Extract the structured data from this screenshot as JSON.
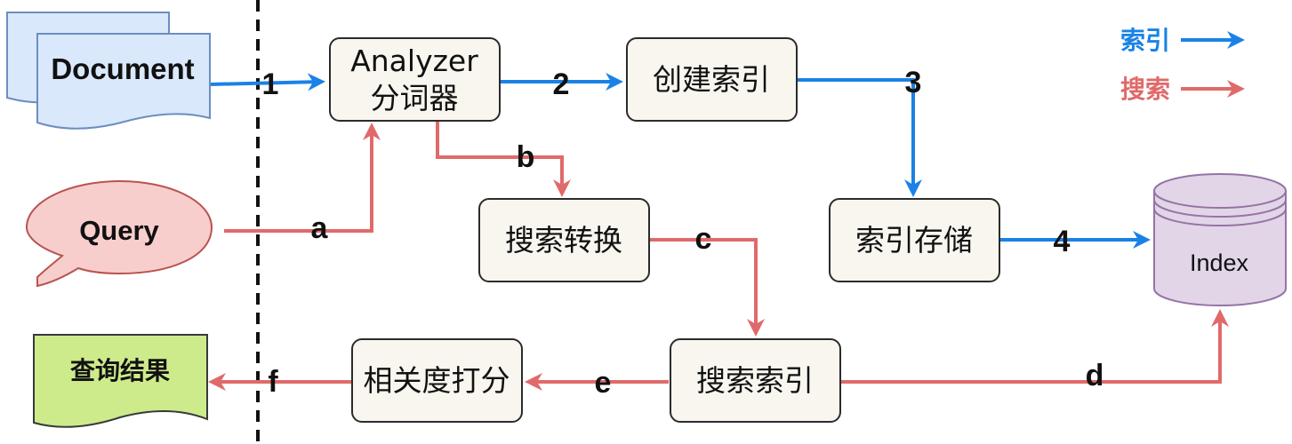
{
  "legend": {
    "index_label": "索引",
    "search_label": "搜索",
    "index_color": "#1a82e6",
    "search_color": "#e06a6a"
  },
  "nodes": {
    "document": "Document",
    "query": "Query",
    "analyzer_line1": "Analyzer",
    "analyzer_line2": "分词器",
    "create_index": "创建索引",
    "index_storage": "索引存储",
    "index_db": "Index",
    "search_transform": "搜索转换",
    "search_index": "搜索索引",
    "relevance_scoring": "相关度打分",
    "query_result": "查询结果"
  },
  "edge_labels": {
    "step1": "1",
    "step2": "2",
    "step3": "3",
    "step4": "4",
    "step_a": "a",
    "step_b": "b",
    "step_c": "c",
    "step_d": "d",
    "step_e": "e",
    "step_f": "f"
  },
  "colors": {
    "document_fill": "#dae8fc",
    "document_stroke": "#6c8ebf",
    "query_fill": "#f8cecc",
    "query_stroke": "#b85450",
    "index_fill": "#e1d5e7",
    "index_stroke": "#9673a6",
    "result_fill": "#cdeb8b",
    "result_stroke": "#36393d",
    "box_fill": "#f8f6ef"
  }
}
